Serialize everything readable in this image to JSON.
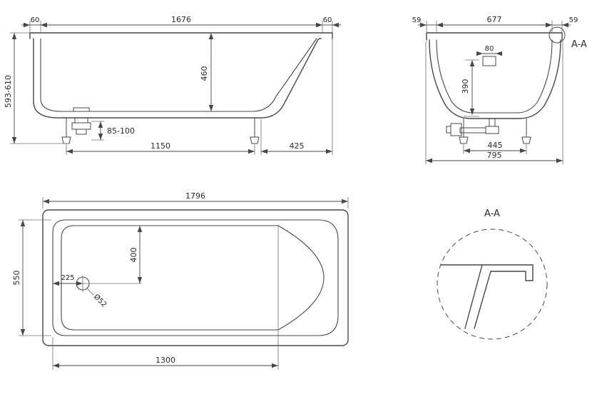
{
  "page": {
    "background": "#ffffff",
    "line_color": "#474747"
  },
  "side_view": {
    "overhang_left": "60",
    "inner_length": "1676",
    "overhang_right": "60",
    "overall_height": "593-610",
    "depth": "460",
    "drain_height": "85-100",
    "feet_span": "1150",
    "slope_run": "425"
  },
  "end_view": {
    "overhang_left": "59",
    "inner_width": "677",
    "overhang_right": "59",
    "section_label": "A-A",
    "overflow_width": "80",
    "depth": "390",
    "feet_span": "445",
    "overall_width": "795"
  },
  "plan_view": {
    "overall_length": "1796",
    "inner_width": "550",
    "drain_offset_length": "400",
    "drain_offset_side": "225",
    "drain_diameter": "Ø52",
    "bottom_length": "1300"
  },
  "detail_view": {
    "title": "A-A"
  }
}
